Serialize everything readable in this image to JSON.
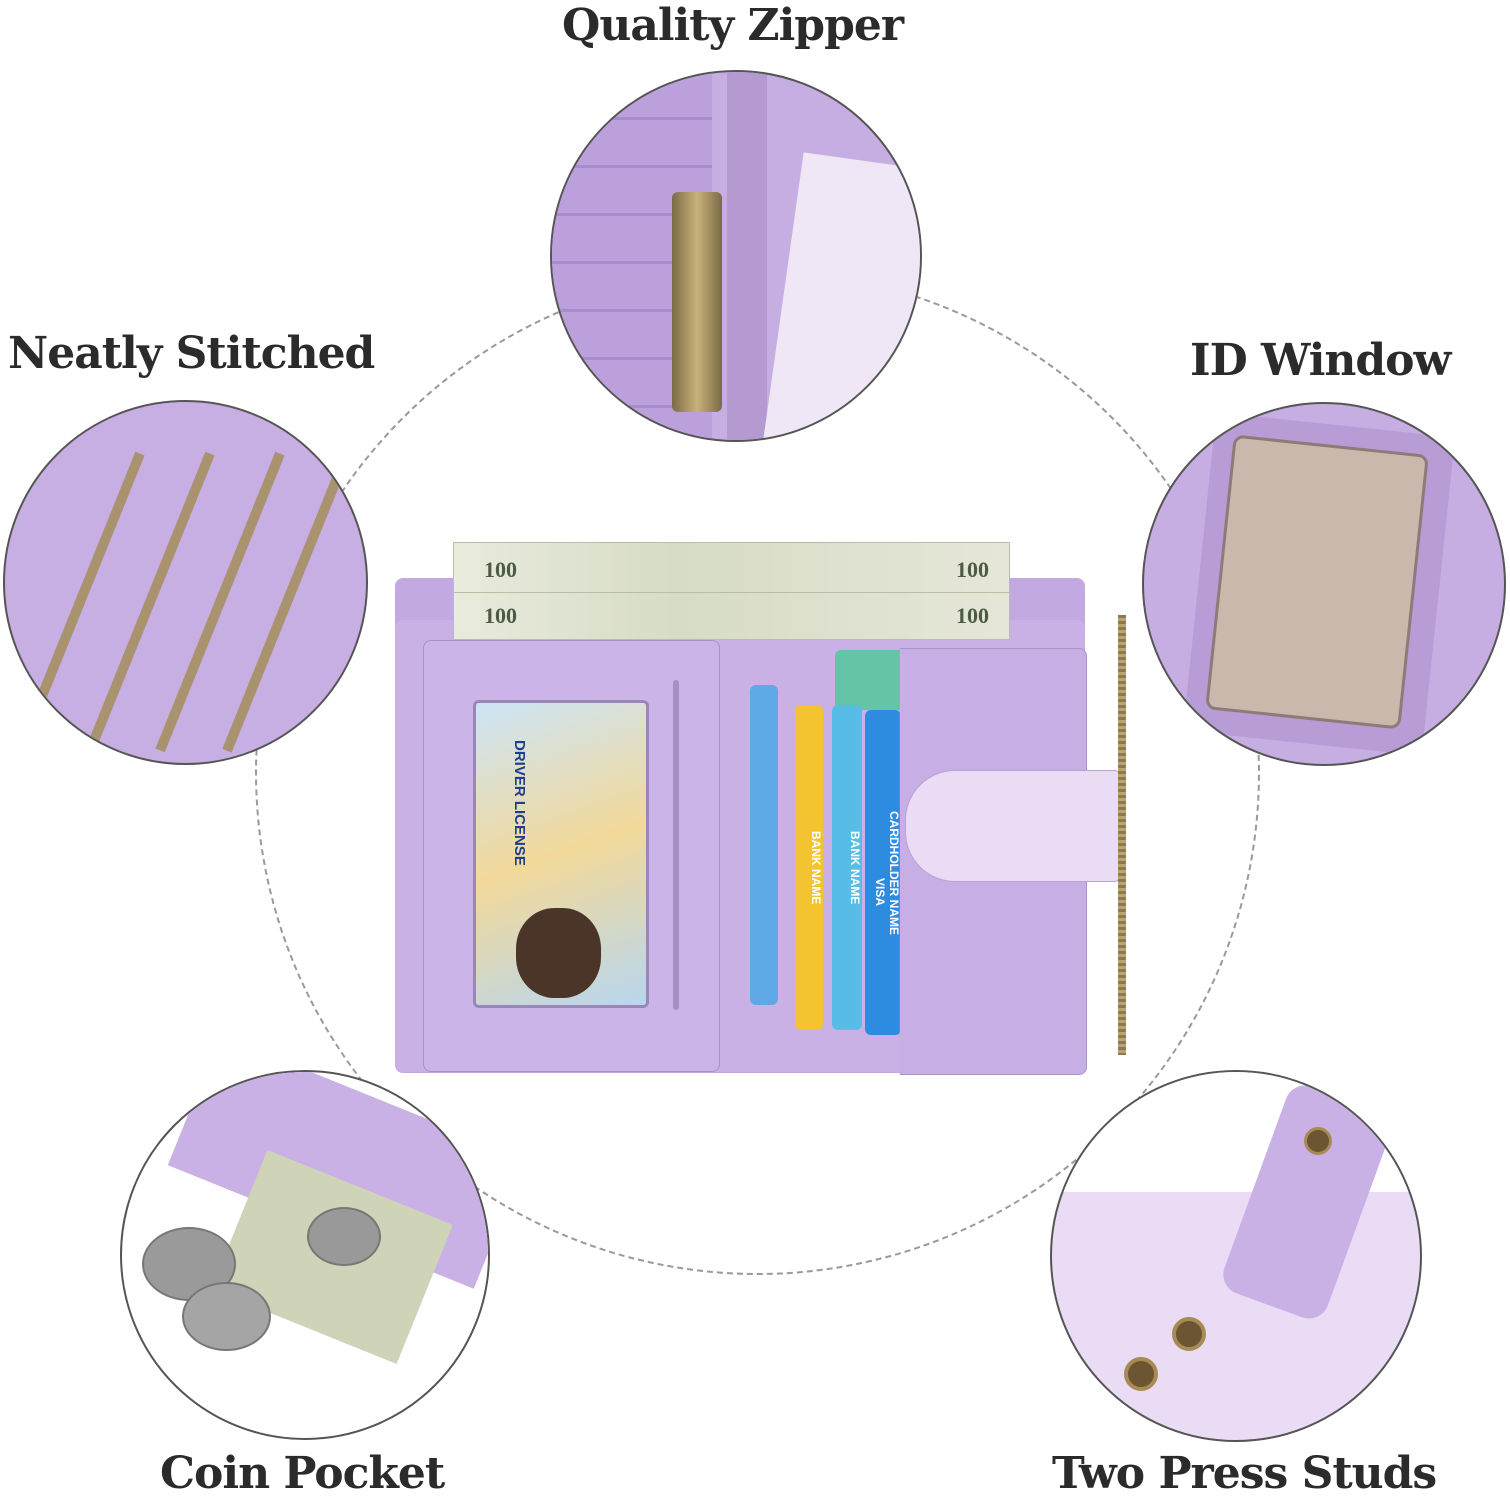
{
  "features": {
    "quality_zipper": "Quality Zipper",
    "neatly_stitched": "Neatly Stitched",
    "id_window": "ID Window",
    "coin_pocket": "Coin Pocket",
    "two_press_studs": "Two Press Studs"
  },
  "product_photo_text": {
    "bill_value": "100",
    "license": "DRIVER LICENSE",
    "card_name": "CARDHOLDER NAME",
    "bank": "BANK NAME",
    "visa": "VISA"
  },
  "colors": {
    "leather": "#c9b1e6",
    "leather_light": "#eadcf4",
    "zipper": "#8a7a55",
    "text": "#2b2b2b"
  }
}
